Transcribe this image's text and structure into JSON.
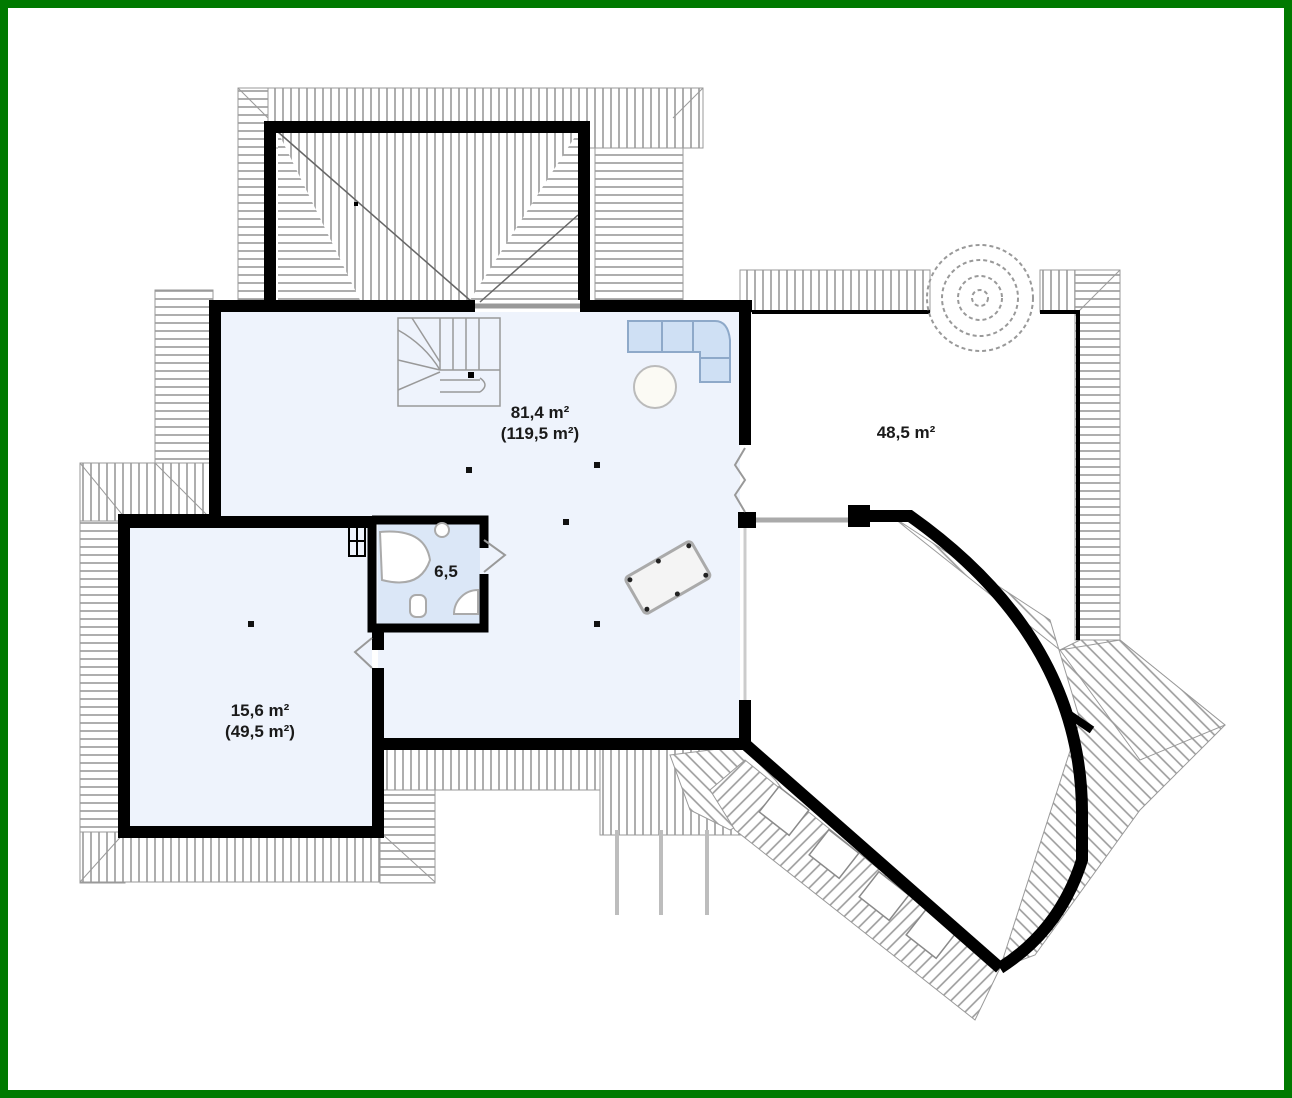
{
  "plan": {
    "frame_color": "#007a00",
    "room_fill": "#eef3fc",
    "wall_color": "#000000",
    "hatch_color": "#9a9a9a",
    "furniture_fill": "#cfe0f4"
  },
  "rooms": [
    {
      "id": "main-hall",
      "area": "81,4 m²",
      "gross_area": "(119,5 m²)",
      "features": [
        "staircase",
        "corner-sofa",
        "round-table",
        "pool-table"
      ]
    },
    {
      "id": "left-room",
      "area": "15,6 m²",
      "gross_area": "(49,5 m²)"
    },
    {
      "id": "bathroom",
      "area": "6,5",
      "features": [
        "corner-bathtub",
        "toilet",
        "shower"
      ]
    },
    {
      "id": "terrace",
      "area": "48,5 m²",
      "features": [
        "round-fountain"
      ]
    }
  ]
}
